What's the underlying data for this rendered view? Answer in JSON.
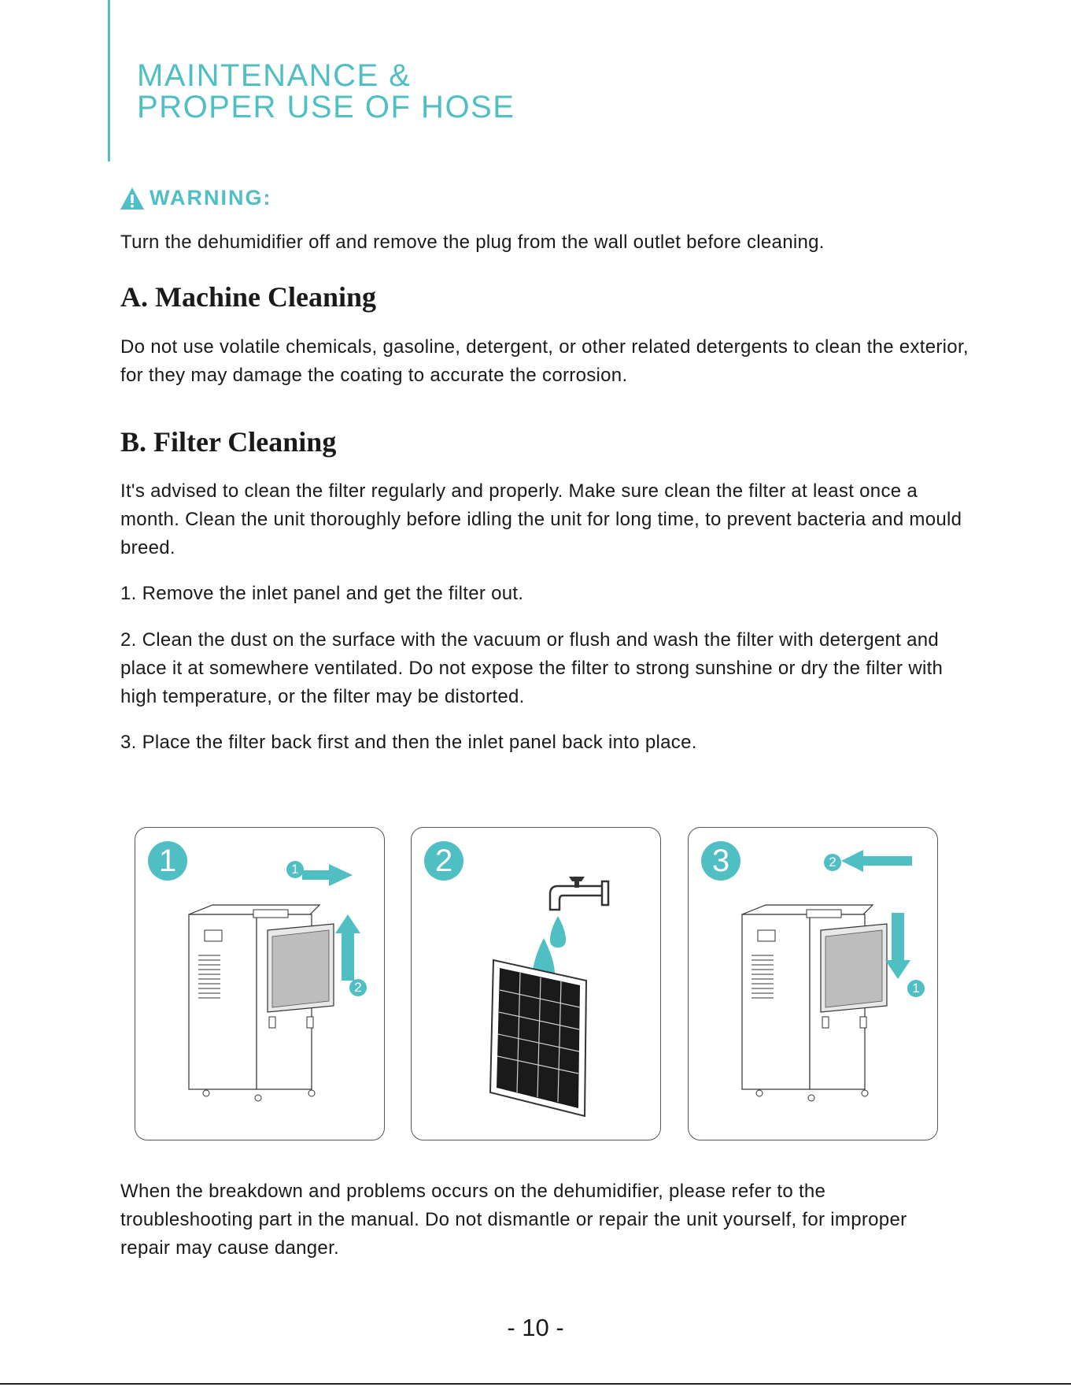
{
  "header": {
    "title_line1": "MAINTENANCE &",
    "title_line2": "PROPER USE OF HOSE",
    "accent_color": "#4fbfc4"
  },
  "warning": {
    "icon": "warning-triangle-icon",
    "label": "WARNING:",
    "text": "Turn the dehumidifier off and remove the plug from the wall outlet before cleaning."
  },
  "section_a": {
    "heading": "A. Machine Cleaning",
    "body": "Do not use volatile chemicals, gasoline, detergent, or other related detergents to clean the exterior, for they may damage the coating to accurate the corrosion."
  },
  "section_b": {
    "heading": "B. Filter Cleaning",
    "intro": "It's advised to clean the filter regularly and properly. Make sure clean the filter at least once a month. Clean the unit thoroughly before idling the unit for long time, to prevent bacteria and mould breed.",
    "steps": [
      "1. Remove the inlet panel and get the filter out.",
      "2. Clean the dust on the surface with the vacuum or flush and wash the filter with detergent and place it at somewhere ventilated. Do not expose the filter to strong sunshine or dry the filter with high temperature, or the filter may be distorted.",
      "3. Place the filter back first and then the inlet panel back into place."
    ]
  },
  "figures": [
    {
      "number": "1",
      "badges": [
        "1",
        "2"
      ],
      "icon": "dehumidifier-remove-panel-illustration"
    },
    {
      "number": "2",
      "badges": [],
      "icon": "faucet-washing-filter-illustration"
    },
    {
      "number": "3",
      "badges": [
        "2",
        "1"
      ],
      "icon": "dehumidifier-replace-panel-illustration"
    }
  ],
  "closing": "When the breakdown and problems occurs on the dehumidifier, please refer to the troubleshooting part in the manual. Do not dismantle or repair the unit yourself, for improper repair may cause danger.",
  "page_number": "- 10 -"
}
